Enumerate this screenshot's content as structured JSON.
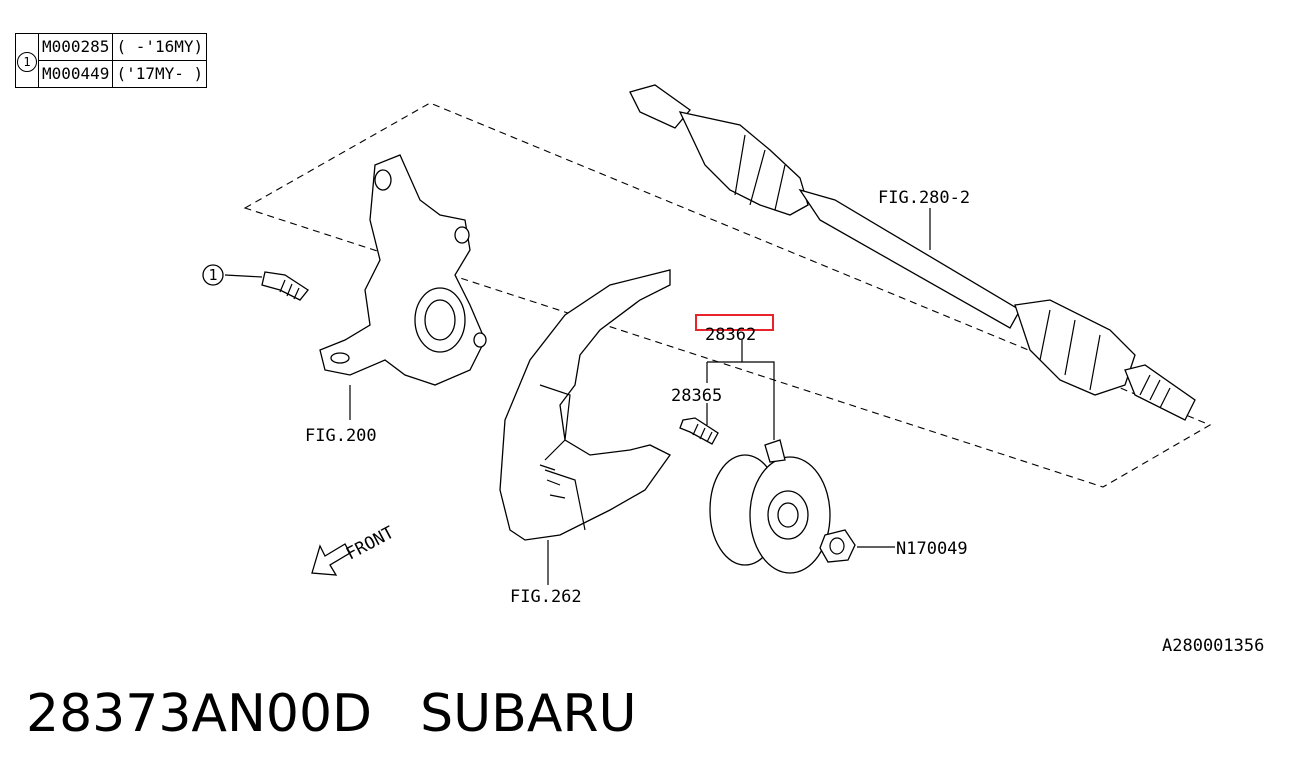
{
  "table": {
    "ref": "1",
    "rows": [
      {
        "part": "M000285",
        "range": "( -'16MY)"
      },
      {
        "part": "M000449",
        "range": "('17MY- )"
      }
    ]
  },
  "labels": {
    "fig_280": "FIG.280-2",
    "part_28362": "28362",
    "part_28365": "28365",
    "fig_200": "FIG.200",
    "fig_262": "FIG.262",
    "n170049": "N170049",
    "front": "FRONT",
    "callout_1": "1"
  },
  "highlight_color": "#e8232a",
  "ref_code": "A280001356",
  "caption": {
    "part_number": "28373AN00D",
    "brand": "SUBARU"
  }
}
